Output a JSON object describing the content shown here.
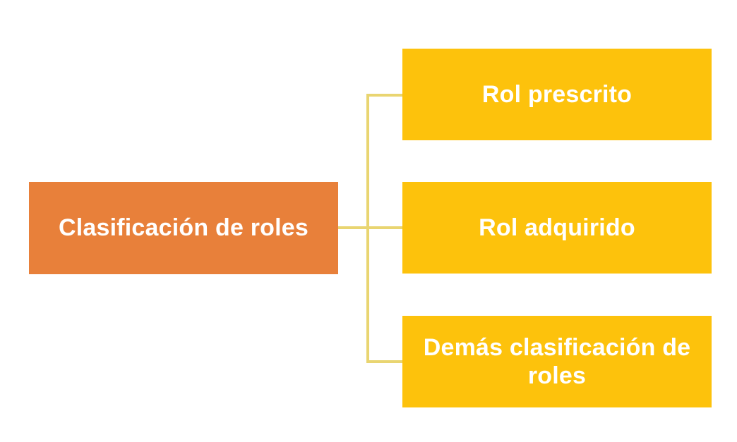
{
  "diagram": {
    "type": "hierarchy-tree",
    "orientation": "left-to-right",
    "title_text": "Clasificación de roles",
    "background_color": "#FFFFFF",
    "root": {
      "label": "Clasificación de roles",
      "line1": "Clasificación de",
      "line2": "roles",
      "fill_color": "#E8803A",
      "text_color": "#FFFFFF"
    },
    "connector": {
      "color": "#E9D571",
      "style": "elbow"
    },
    "children": [
      {
        "label": "Rol prescrito",
        "fill_color": "#FDC20C",
        "text_color": "#FFFFFF"
      },
      {
        "label": "Rol adquirido",
        "fill_color": "#FDC20C",
        "text_color": "#FFFFFF"
      },
      {
        "label": "Demás clasificación de roles",
        "fill_color": "#FDC20C",
        "text_color": "#FFFFFF"
      }
    ]
  }
}
